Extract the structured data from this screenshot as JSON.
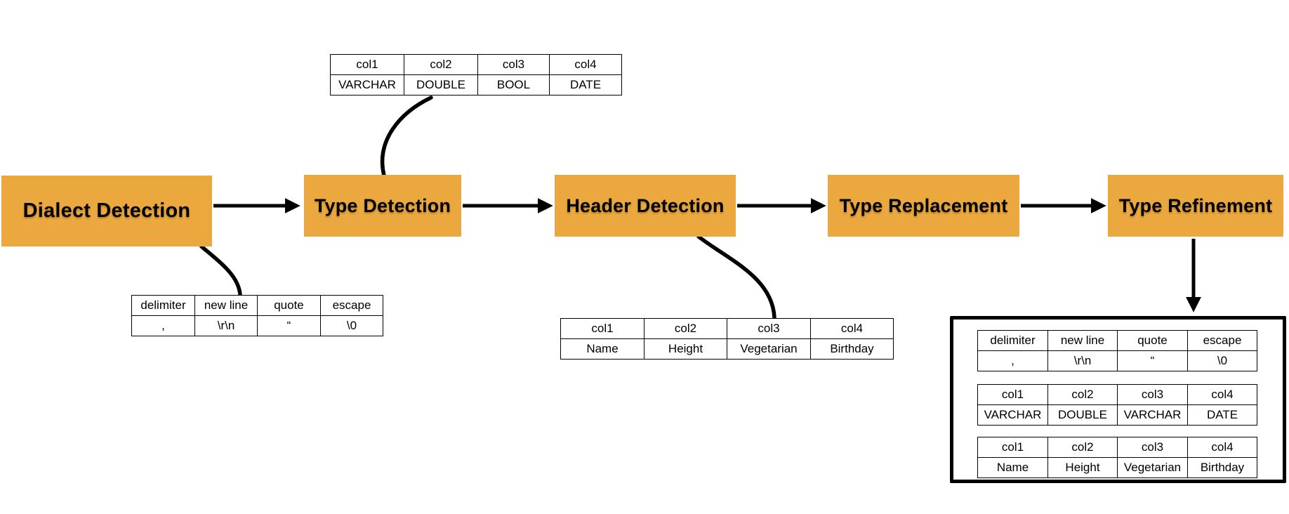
{
  "diagram": {
    "title_hint": "CSV sniffing pipeline",
    "colors": {
      "stage_fill": "#EBA83E",
      "line": "#000000",
      "table_border": "#000000",
      "background": "#FFFFFF"
    },
    "stages": [
      {
        "label": "Dialect Detection"
      },
      {
        "label": "Type Detection"
      },
      {
        "label": "Header Detection"
      },
      {
        "label": "Type Replacement"
      },
      {
        "label": "Type Refinement"
      }
    ],
    "tables": {
      "dialect": {
        "headers": [
          "delimiter",
          "new line",
          "quote",
          "escape"
        ],
        "values": [
          ",",
          "\\r\\n",
          "“",
          "\\0"
        ]
      },
      "types_initial": {
        "headers": [
          "col1",
          "col2",
          "col3",
          "col4"
        ],
        "values": [
          "VARCHAR",
          "DOUBLE",
          "BOOL",
          "DATE"
        ]
      },
      "header_row": {
        "headers": [
          "col1",
          "col2",
          "col3",
          "col4"
        ],
        "values": [
          "Name",
          "Height",
          "Vegetarian",
          "Birthday"
        ]
      },
      "result_dialect": {
        "headers": [
          "delimiter",
          "new line",
          "quote",
          "escape"
        ],
        "values": [
          ",",
          "\\r\\n",
          "“",
          "\\0"
        ]
      },
      "result_types": {
        "headers": [
          "col1",
          "col2",
          "col3",
          "col4"
        ],
        "values": [
          "VARCHAR",
          "DOUBLE",
          "VARCHAR",
          "DATE"
        ]
      },
      "result_header": {
        "headers": [
          "col1",
          "col2",
          "col3",
          "col4"
        ],
        "values": [
          "Name",
          "Height",
          "Vegetarian",
          "Birthday"
        ]
      }
    }
  }
}
